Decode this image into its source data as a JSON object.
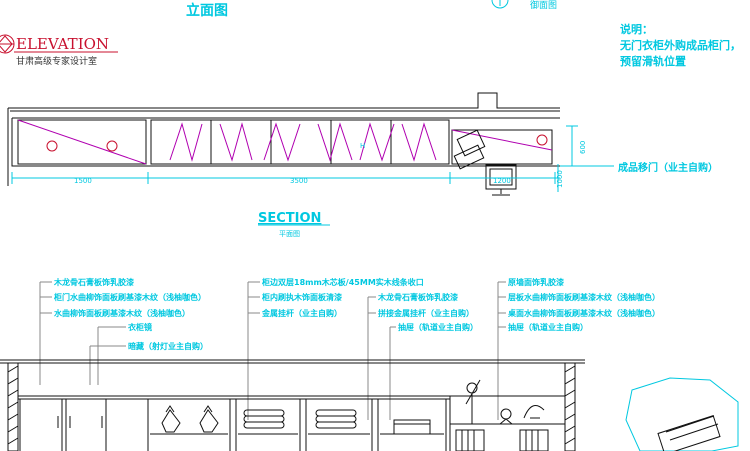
{
  "top_label": "立面图",
  "top_right_label": "御面图",
  "brand": {
    "title": "ELEVATION",
    "subtitle": "甘肃高级专家设计室"
  },
  "notes": {
    "heading": "说明：",
    "line1": "无门衣柜外购成品柜门，",
    "line2": "预留滑轨位置"
  },
  "plan": {
    "dim_left": "1500",
    "dim_mid": "3500",
    "dim_right": "1200",
    "dim_height": "600",
    "dim_side": "1000",
    "right_callout": "成品移门（业主自购）",
    "section_title": "SECTION",
    "section_subtitle": "平面图"
  },
  "annotations": {
    "left": [
      "木龙骨石膏板饰乳胶漆",
      "柜门水曲柳饰面板刷基漆木纹（浅柚咖色）",
      "水曲柳饰面板刷基漆木纹（浅柚咖色）",
      "衣柜镜",
      "暗藏（射灯业主自购）"
    ],
    "middle": [
      "柜边双层18mm木芯板/45MM实木线条收口",
      "柜内刷执木饰面板清漆",
      "金属挂杆（业主自购）"
    ],
    "middle2": [
      "木龙骨石膏板饰乳胶漆",
      "拼接金属挂杆（业主自购）",
      "抽屉（轨道业主自购）"
    ],
    "right": [
      "原墙面饰乳胶漆",
      "层板水曲柳饰面板刷基漆木纹（浅柚咖色）",
      "桌面水曲柳饰面板刷基漆木纹（浅柚咖色）",
      "抽屉（轨道业主自购）"
    ]
  }
}
